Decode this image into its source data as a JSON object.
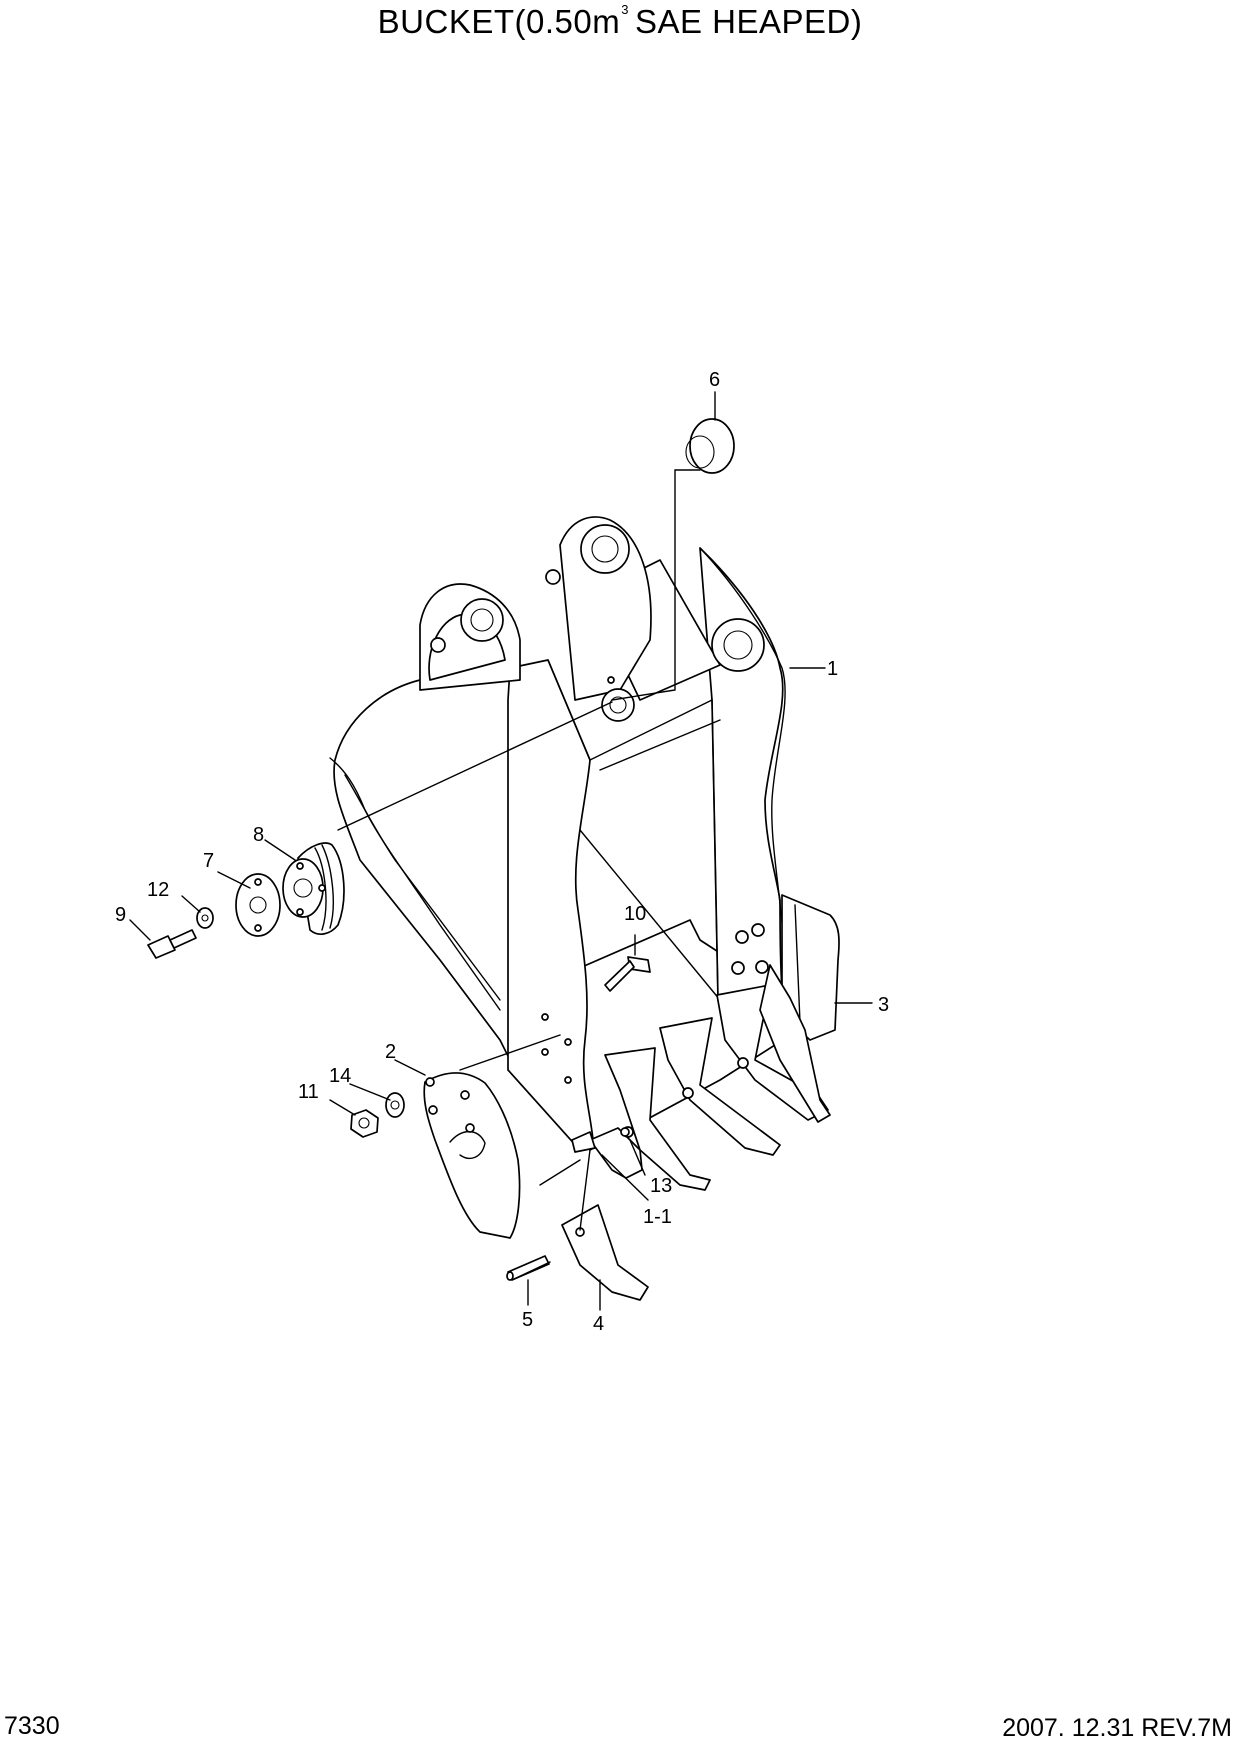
{
  "title": {
    "text": "BUCKET(0.50m",
    "superscript": "3",
    "suffix": "SAE HEAPED)"
  },
  "callouts": [
    "6",
    "1",
    "8",
    "7",
    "12",
    "9",
    "10",
    "3",
    "2",
    "14",
    "11",
    "13",
    "1-1",
    "5",
    "4"
  ],
  "footer": {
    "page_number": "7330",
    "revision": "2007. 12.31  REV.7M"
  }
}
